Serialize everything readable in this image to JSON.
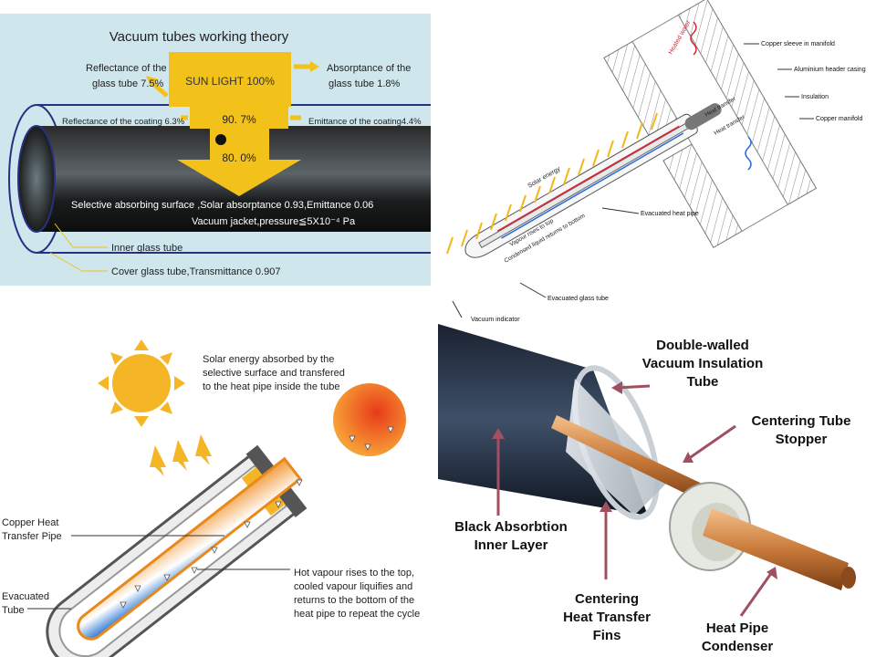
{
  "panel1": {
    "title": "Vacuum tubes working theory",
    "sunlight": "SUN LIGHT 100%",
    "reflectance_glass_l1": "Reflectance of the",
    "reflectance_glass_l2": "glass tube 7.5%",
    "absorptance_glass_l1": "Absorptance of the",
    "absorptance_glass_l2": "glass tube 1.8%",
    "reflectance_coating": "Reflectance of the coating 6.3%",
    "emittance_coating": "Emittance of the coating4.4%",
    "value_907": "90. 7%",
    "value_800": "80. 0%",
    "selective_surface": "Selective absorbing surface ,Solar absorptance 0.93,Emittance 0.06",
    "vacuum_jacket": "Vacuum jacket,pressure≦5X10⁻⁴ Pa",
    "inner_glass": "Inner glass tube",
    "cover_glass": "Cover glass tube,Transmittance 0.907",
    "colors": {
      "background": "#cfe7ec",
      "arrow": "#f2c21a",
      "tube": "#222222",
      "outline": "#26317f"
    }
  },
  "panel2": {
    "heated_water": "Heated water",
    "copper_sleeve": "Copper sleeve in manifold",
    "aluminium_header": "Aluminium header casing",
    "insulation": "Insulation",
    "copper_manifold": "Copper manifold",
    "heat_transfer": "Heat transfer",
    "solar_energy": "Solar energy",
    "vapour_rises": "Vapour rises to top",
    "condensed_liquid": "Condensed liquid returns to bottom",
    "evacuated_heat_pipe": "Evacuated heat pipe",
    "evacuated_glass_tube": "Evacuated glass tube",
    "vacuum_indicator": "Vacuum indicator"
  },
  "panel3": {
    "solar_l1": "Solar energy absorbed by the",
    "solar_l2": "selective surface and transfered",
    "solar_l3": "to the heat pipe inside the tube",
    "copper_l1": "Copper Heat",
    "copper_l2": "Transfer Pipe",
    "evac_l1": "Evacuated",
    "evac_l2": "Tube",
    "hot_l1": "Hot vapour rises to the top,",
    "hot_l2": "cooled vapour liquifies and",
    "hot_l3": "returns to the bottom of the",
    "hot_l4": "heat pipe to repeat the cycle",
    "colors": {
      "sun": "#f4b626",
      "bulb": "#f07a1c"
    }
  },
  "panel4": {
    "double_l1": "Double-walled",
    "double_l2": "Vacuum Insulation",
    "double_l3": "Tube",
    "centering_stopper_l1": "Centering Tube",
    "centering_stopper_l2": "Stopper",
    "black_l1": "Black Absorbtion",
    "black_l2": "Inner Layer",
    "fins_l1": "Centering",
    "fins_l2": "Heat Transfer",
    "fins_l3": "Fins",
    "condenser_l1": "Heat Pipe",
    "condenser_l2": "Condenser"
  }
}
